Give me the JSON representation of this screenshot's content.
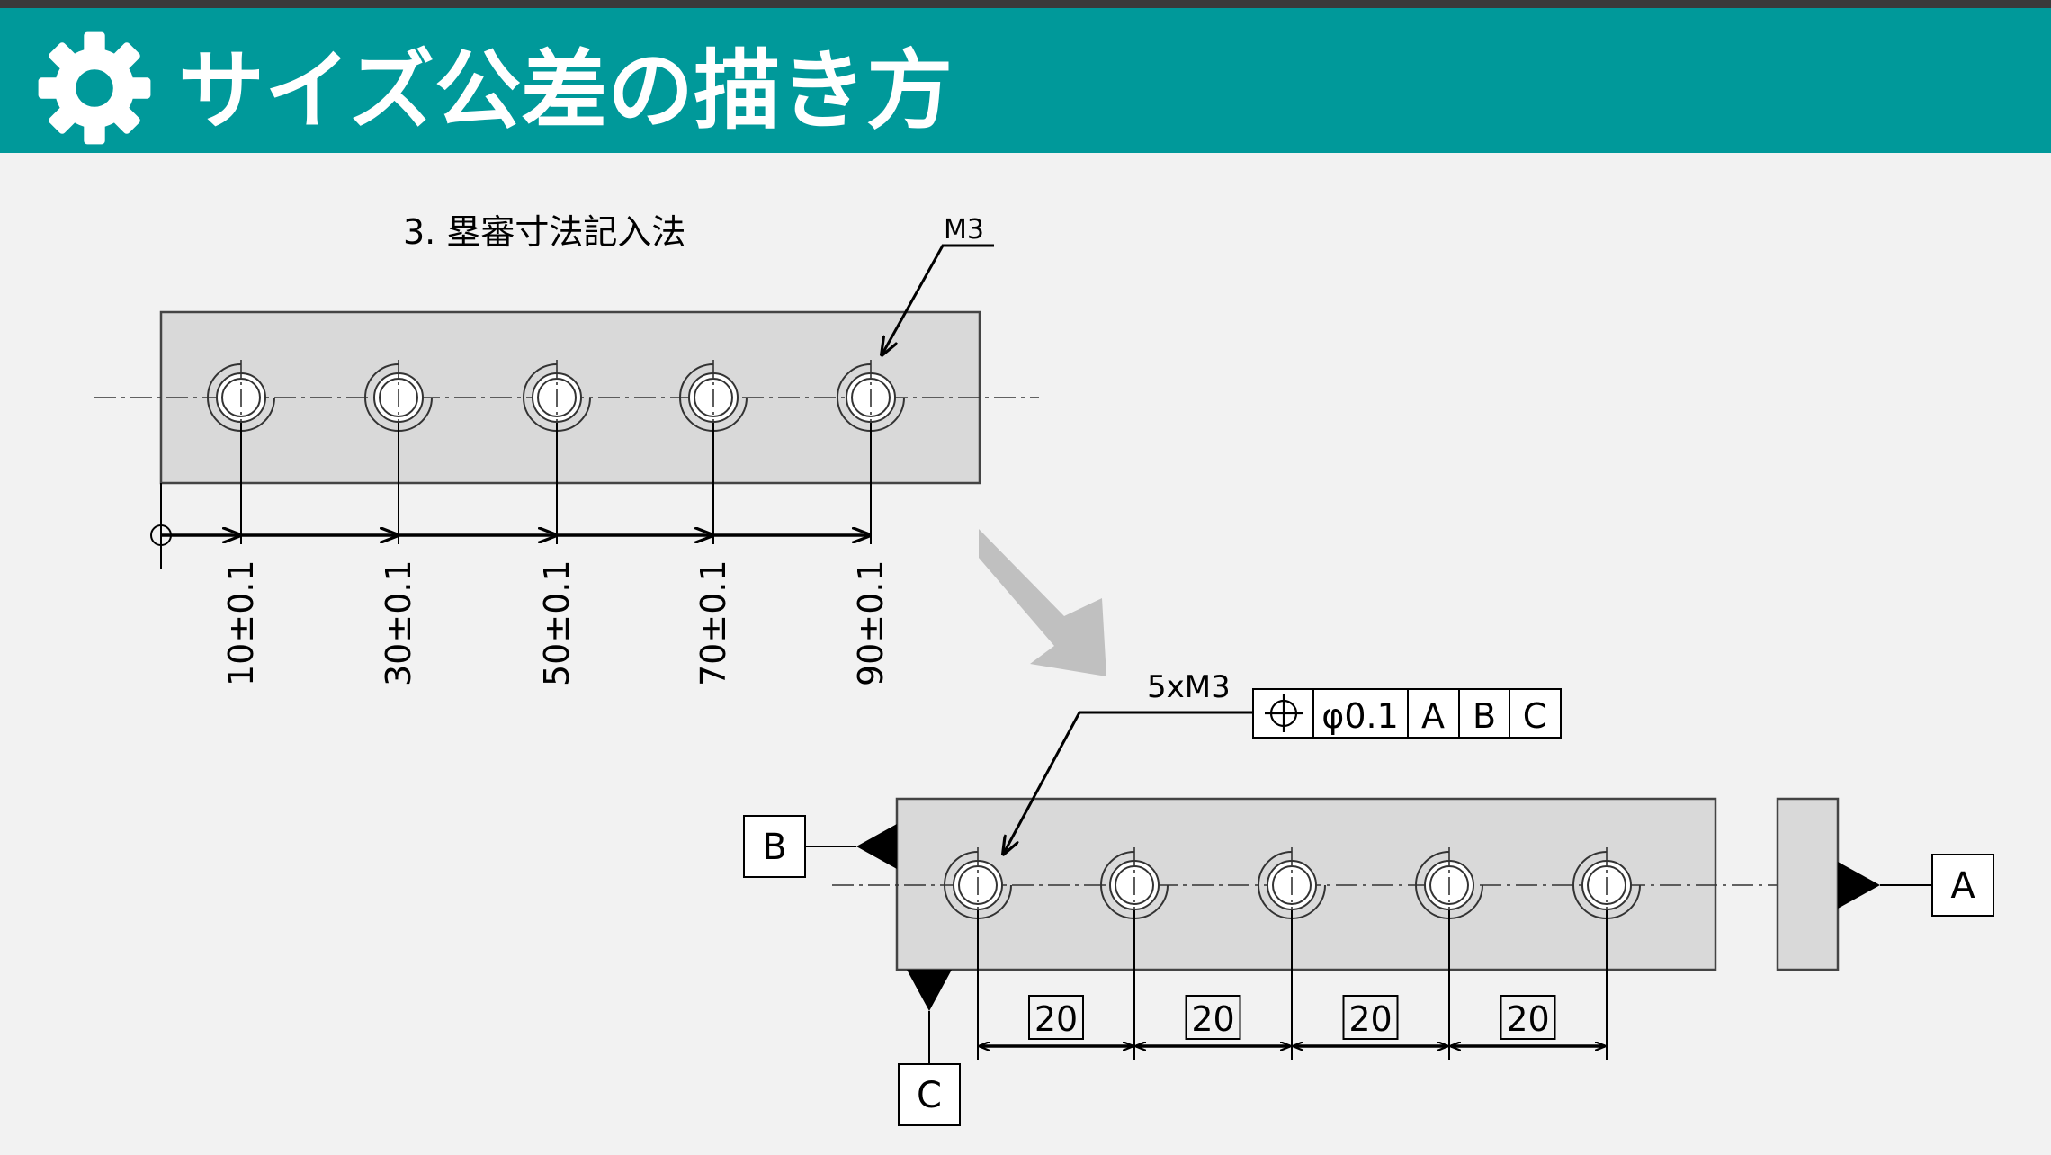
{
  "header": {
    "title": "サイズ公差の描き方",
    "icon": "gear-icon",
    "background_color": "#00999a",
    "title_color": "#ffffff"
  },
  "upper_drawing": {
    "caption": "3. 塁審寸法記入法",
    "hole_callout": "M3",
    "dimensions": [
      "10±0.1",
      "30±0.1",
      "50±0.1",
      "70±0.1",
      "90±0.1"
    ]
  },
  "lower_drawing": {
    "hole_callout": "5xM3",
    "feature_control_frame": {
      "symbol": "position-icon",
      "tolerance": "φ0.1",
      "datums": [
        "A",
        "B",
        "C"
      ]
    },
    "datum_labels": [
      "A",
      "B",
      "C"
    ],
    "basic_dimensions": [
      "20",
      "20",
      "20",
      "20"
    ]
  },
  "colors": {
    "part_fill": "#d9d9d9",
    "background": "#f2f2f2",
    "arrow_gray": "#c0c0c0"
  }
}
